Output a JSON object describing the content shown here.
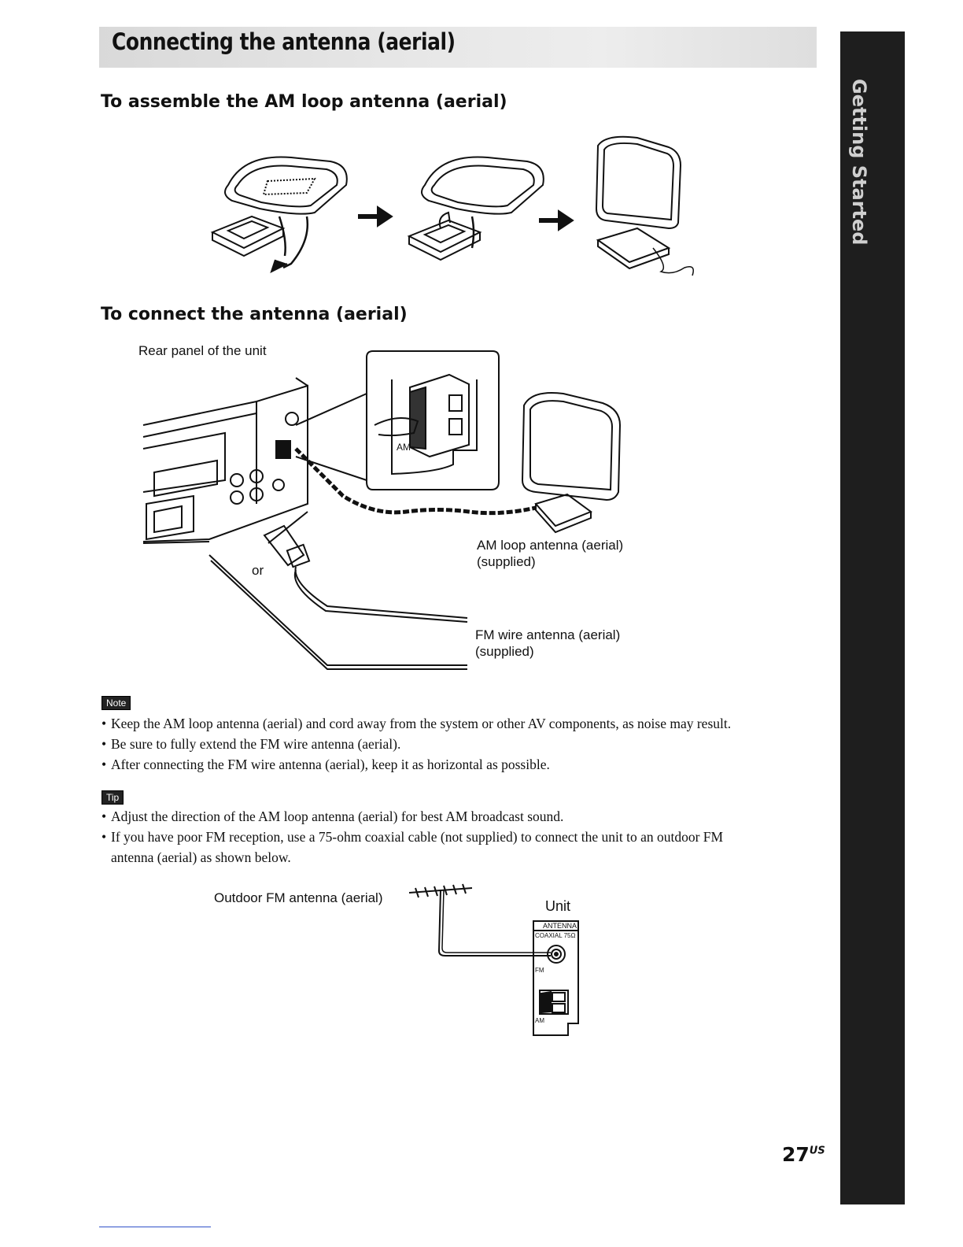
{
  "page": {
    "section_title": "Connecting the antenna (aerial)",
    "side_tab_label": "Getting Started",
    "page_number": "27",
    "page_suffix": "US"
  },
  "assemble": {
    "heading": "To assemble the AM loop antenna (aerial)"
  },
  "connect": {
    "heading": "To connect the antenna (aerial)",
    "rear_panel_label": "Rear panel of the unit",
    "am_terminal_label": "AM",
    "am_loop_label_1": "AM loop antenna (aerial)",
    "am_loop_label_2": "(supplied)",
    "or_label": "or",
    "fm_wire_label_1": "FM wire antenna (aerial)",
    "fm_wire_label_2": "(supplied)"
  },
  "note": {
    "badge": "Note",
    "items": [
      "Keep the AM loop antenna (aerial) and cord away from the system or other AV components, as noise may result.",
      "Be sure to fully extend the FM wire antenna (aerial).",
      "After connecting the FM wire antenna (aerial), keep it as horizontal as possible."
    ]
  },
  "tip": {
    "badge": "Tip",
    "items": [
      "Adjust the direction of the AM loop antenna (aerial) for best AM broadcast sound.",
      "If you have poor FM reception, use a 75-ohm coaxial cable (not supplied) to connect the unit to an outdoor FM",
      "antenna (aerial) as shown below."
    ]
  },
  "outdoor": {
    "antenna_label": "Outdoor FM antenna (aerial)",
    "unit_label": "Unit",
    "panel_title": "ANTENNA",
    "coax_label": "COAXIAL 75Ω",
    "fm_label": "FM",
    "am_label": "AM"
  }
}
